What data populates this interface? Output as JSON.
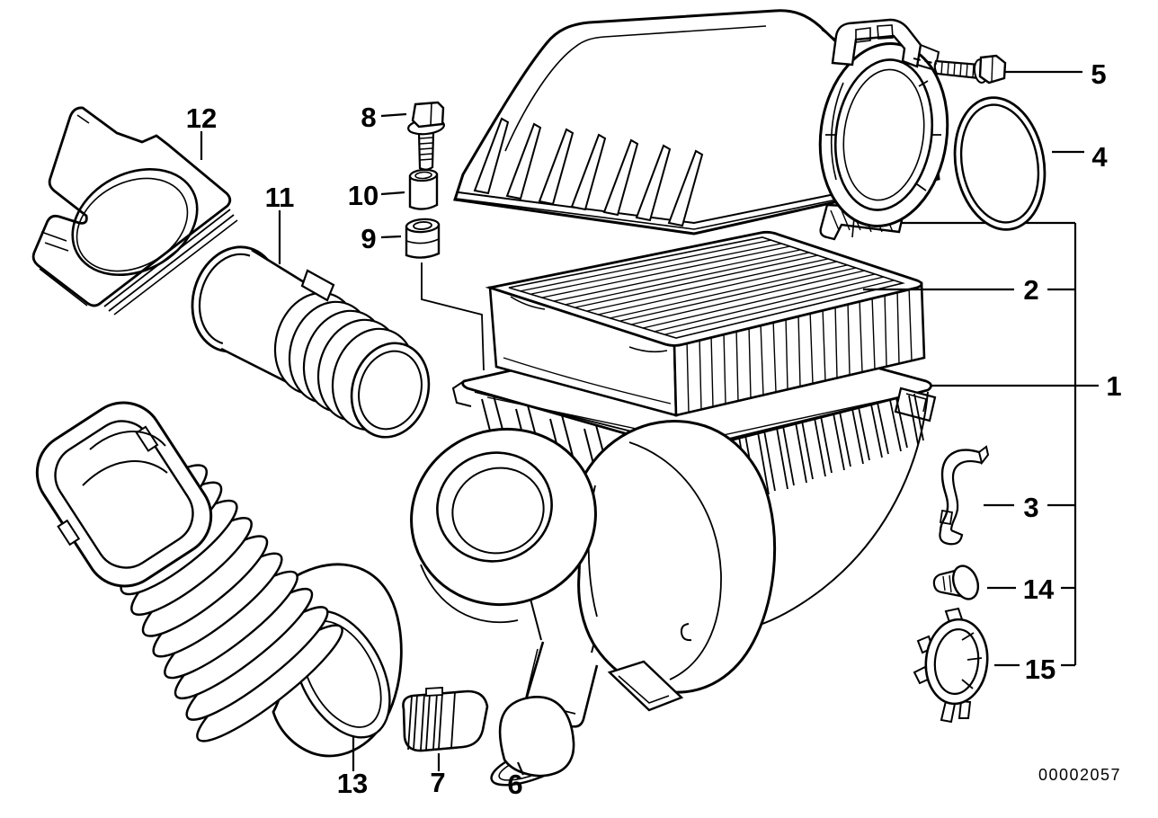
{
  "diagram": {
    "doc_number": "00002057",
    "background_color": "#ffffff",
    "line_color": "#000000",
    "callouts": {
      "c1": {
        "number": "1"
      },
      "c2": {
        "number": "2"
      },
      "c3": {
        "number": "3"
      },
      "c4": {
        "number": "4"
      },
      "c5": {
        "number": "5"
      },
      "c6": {
        "number": "6"
      },
      "c7": {
        "number": "7"
      },
      "c8": {
        "number": "8"
      },
      "c9": {
        "number": "9"
      },
      "c10": {
        "number": "10"
      },
      "c11": {
        "number": "11"
      },
      "c12": {
        "number": "12"
      },
      "c13": {
        "number": "13"
      },
      "c14": {
        "number": "14"
      },
      "c15": {
        "number": "15"
      }
    }
  }
}
